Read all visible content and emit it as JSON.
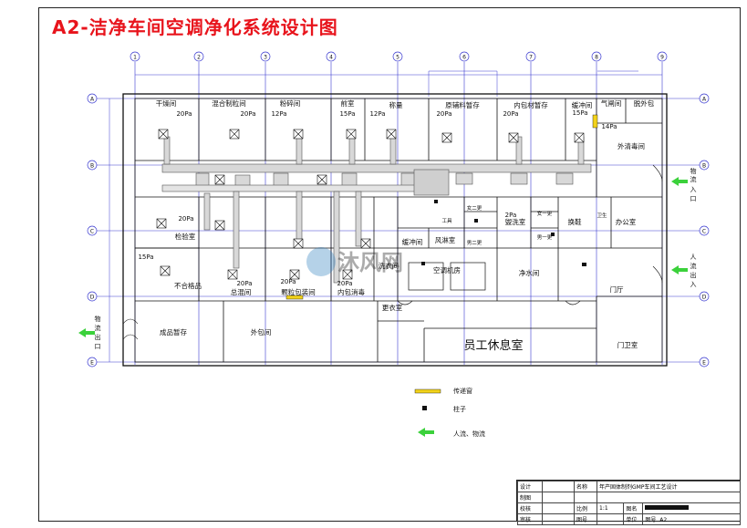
{
  "title": "A2-洁净车间空调净化系统设计图",
  "grid_rows": [
    "A",
    "B",
    "C",
    "D",
    "E"
  ],
  "grid_cols": [
    "1",
    "2",
    "3",
    "4",
    "5",
    "6",
    "7",
    "8",
    "9"
  ],
  "rooms": {
    "r1": {
      "name": "干燥间",
      "pressure": "20Pa"
    },
    "r2": {
      "name": "混合制粒间",
      "pressure": "20Pa"
    },
    "r3": {
      "name": "粉碎间",
      "pressure": "12Pa"
    },
    "r4": {
      "name": "前室",
      "pressure": "15Pa"
    },
    "r5": {
      "name": "称量",
      "pressure": "12Pa"
    },
    "r6": {
      "name": "原辅料暂存",
      "pressure": "20Pa"
    },
    "r7": {
      "name": "内包材暂存",
      "pressure": "20Pa"
    },
    "r8": {
      "name": "缓冲间",
      "pressure": "15Pa"
    },
    "r9": {
      "name": "气闸间",
      "pressure": "14Pa"
    },
    "r10": {
      "name": "脱外包"
    },
    "r11": {
      "name": "外清毒间"
    },
    "r12": {
      "name": "检验室",
      "pressure": "20Pa"
    },
    "r13": {
      "name": "不合格品",
      "pressure": "15Pa"
    },
    "r14": {
      "name": "总混间",
      "pressure": "20Pa"
    },
    "r15": {
      "name": "颗粒包装间",
      "pressure": "20Pa"
    },
    "r16": {
      "name": "内包消毒",
      "pressure": "20Pa"
    },
    "r17": {
      "name": "缓冲间"
    },
    "r18": {
      "name": "洗衣间"
    },
    "r19": {
      "name": "风淋室"
    },
    "r20": {
      "name": "空调机房"
    },
    "r21": {
      "name": "盥洗室",
      "pressure": "2Pa"
    },
    "r22": {
      "name": "换鞋"
    },
    "r23": {
      "name": "办公室"
    },
    "r24": {
      "name": "净水间"
    },
    "r25": {
      "name": "门厅"
    },
    "r26": {
      "name": "更衣室"
    },
    "r27": {
      "name": "成品暂存"
    },
    "r28": {
      "name": "外包间"
    },
    "r29": {
      "name": "员工休息室"
    },
    "r30": {
      "name": "门卫室"
    },
    "small1": "女二更",
    "small2": "男二更",
    "small3": "女一更",
    "small4": "男一更",
    "small5": "卫生",
    "small6": "工具"
  },
  "flows": {
    "material_in": "物流入口",
    "people_in": "人流出入",
    "material_out": "物流出口"
  },
  "legend": {
    "transfer_window": "传递窗",
    "column": "柱子",
    "flow": "人流、物流"
  },
  "titleblock": {
    "design": "设计",
    "draw": "制图",
    "check": "校核",
    "approve": "审核",
    "project_label": "名称",
    "project": "年产固体制剂GMP车间工艺设计",
    "scale_label": "比例",
    "scale": "1:1",
    "drawing_label": "图名",
    "number_label": "图号",
    "number": "A2",
    "unit_label": "单位"
  },
  "colors": {
    "title": "#e8141c",
    "grid": "#3a3ad0",
    "line": "#111111",
    "duct": "#555555",
    "arrow": "#3bd13b",
    "window": "#f2d21b"
  }
}
